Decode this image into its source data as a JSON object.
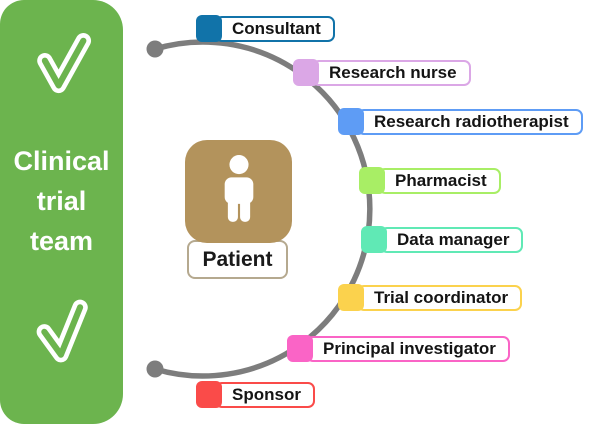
{
  "panel": {
    "bg": "#6cb44e",
    "title_lines": [
      "Clinical",
      "trial",
      "team"
    ],
    "top_icon": "check-icon",
    "bottom_icon": "check-icon"
  },
  "patient": {
    "label": "Patient",
    "icon": "person-icon",
    "icon_bg": "#b3935c",
    "label_border": "#b5a98f"
  },
  "arc": {
    "color": "#7d7d7d"
  },
  "roles": [
    {
      "label": "Consultant",
      "color": "#1173a9"
    },
    {
      "label": "Research nurse",
      "color": "#dba7e6"
    },
    {
      "label": "Research radiotherapist",
      "color": "#5e9cf5"
    },
    {
      "label": "Pharmacist",
      "color": "#a8ee65"
    },
    {
      "label": "Data manager",
      "color": "#60e9b5"
    },
    {
      "label": "Trial coordinator",
      "color": "#fbd24d"
    },
    {
      "label": "Principal investigator",
      "color": "#fa64c6"
    },
    {
      "label": "Sponsor",
      "color": "#fa4b49"
    }
  ]
}
